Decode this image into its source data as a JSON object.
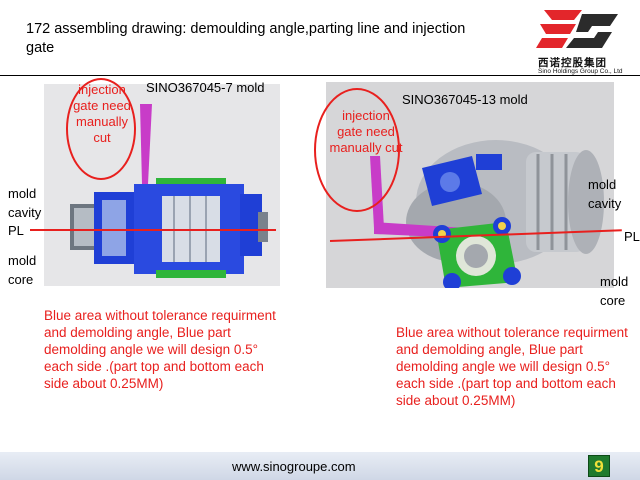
{
  "header": {
    "title": "172 assembling drawing: demoulding angle,parting line and injection gate"
  },
  "logo": {
    "chinese_name": "西诺控股集团",
    "english_name": "Sino Holdings Group Co., Ltd",
    "colors": {
      "red": "#e3262b",
      "dark": "#2b2b2b"
    }
  },
  "left_panel": {
    "mold_title": "SINO367045-7 mold",
    "gate_note": "injection gate need manually cut",
    "labels": {
      "cavity": "mold cavity",
      "pl": "PL",
      "core": "mold core"
    },
    "description": "Blue area without tolerance requirment and demolding angle, Blue part demolding angle we will design 0.5° each side .(part top and bottom each side about 0.25MM)"
  },
  "right_panel": {
    "mold_title": "SINO367045-13 mold",
    "gate_note": "injection gate need manually cut",
    "labels": {
      "cavity": "mold cavity",
      "pl": "PL",
      "core": "mold core"
    },
    "description": "Blue area without tolerance requirment and demolding angle, Blue part demolding angle we will design 0.5° each side .(part top and bottom each side about 0.25MM)"
  },
  "footer": {
    "url": "www.sinogroupe.com",
    "page_number": "9"
  },
  "colors": {
    "annotation_red": "#e8201e",
    "part_blue": "#1f3fd6",
    "part_green": "#2fb53a",
    "gate_magenta": "#c83cc8",
    "footer_badge": "#1f7a2e"
  }
}
